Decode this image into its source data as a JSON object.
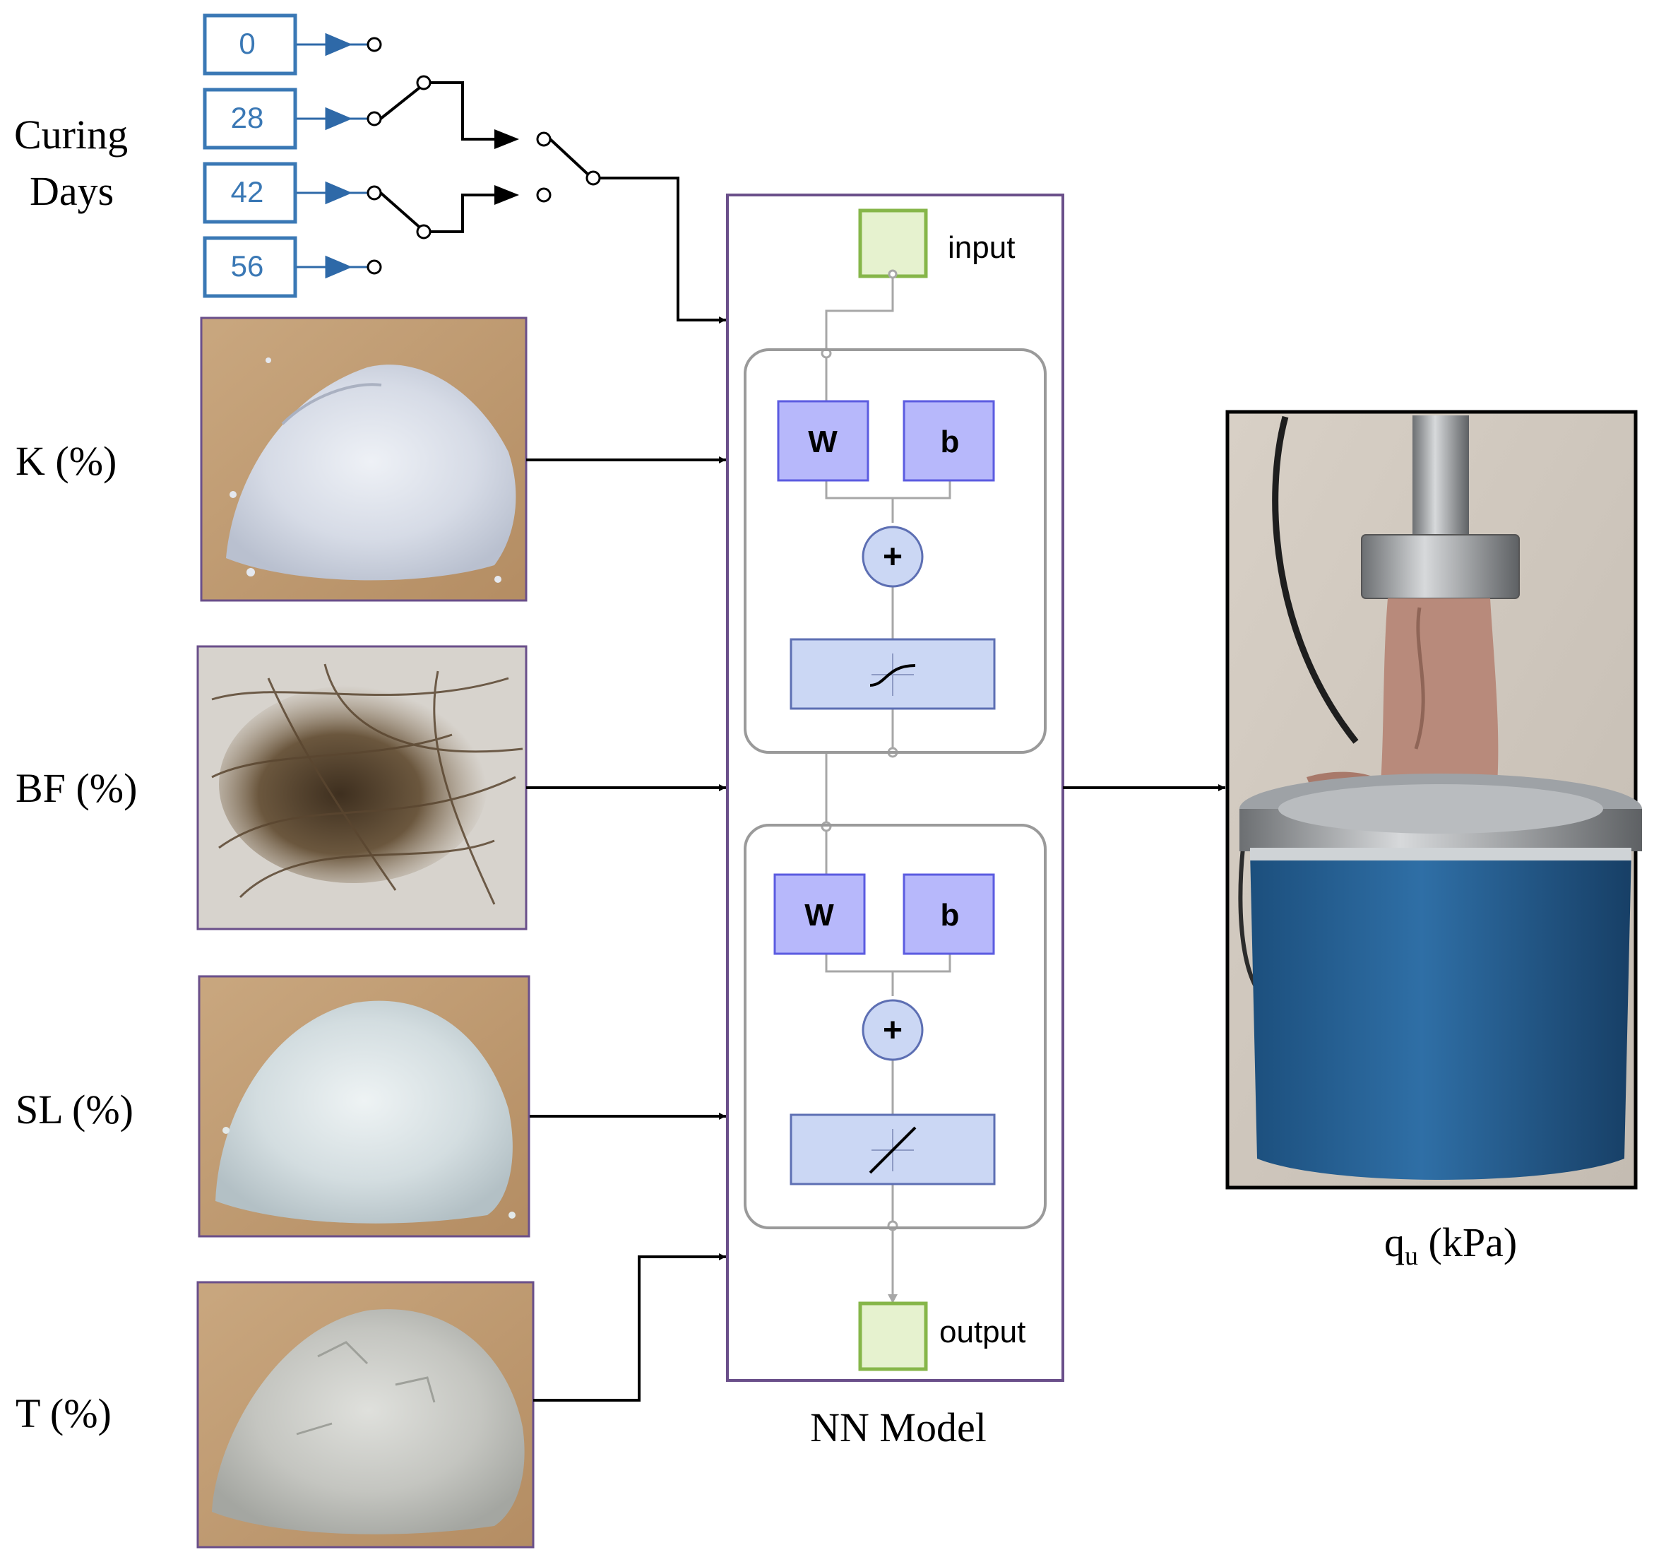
{
  "curing": {
    "label_line1": "Curing",
    "label_line2": "Days",
    "values": [
      "0",
      "28",
      "42",
      "56"
    ]
  },
  "inputs": [
    {
      "label": "K (%)",
      "image": "white-powder-heap"
    },
    {
      "label": "BF (%)",
      "image": "basalt-fiber-tuft"
    },
    {
      "label": "SL (%)",
      "image": "light-powder-heap"
    },
    {
      "label": "T (%)",
      "image": "grey-powder-heap"
    }
  ],
  "nn": {
    "caption": "NN Model",
    "input_label": "input",
    "output_label": "output",
    "layers": [
      {
        "weight_label": "W",
        "bias_label": "b",
        "sum_symbol": "+",
        "transfer": "sigmoid"
      },
      {
        "weight_label": "W",
        "bias_label": "b",
        "sum_symbol": "+",
        "transfer": "linear"
      }
    ]
  },
  "output": {
    "label_main": "q",
    "label_sub": "u",
    "label_unit": " (kPa)",
    "image": "ucs-test-specimen"
  },
  "colors": {
    "const_block_border": "#3a78b5",
    "const_block_text": "#3a78b5",
    "arrow_blue": "#2e69a8",
    "frame_purple": "#6a4f8a",
    "io_green_fill": "#e6f2cf",
    "io_green_border": "#86b649",
    "wb_fill": "#b7b8fb",
    "wb_border": "#5b5be0",
    "transfer_fill": "#cbd7f4",
    "transfer_border": "#5d6fb3"
  }
}
